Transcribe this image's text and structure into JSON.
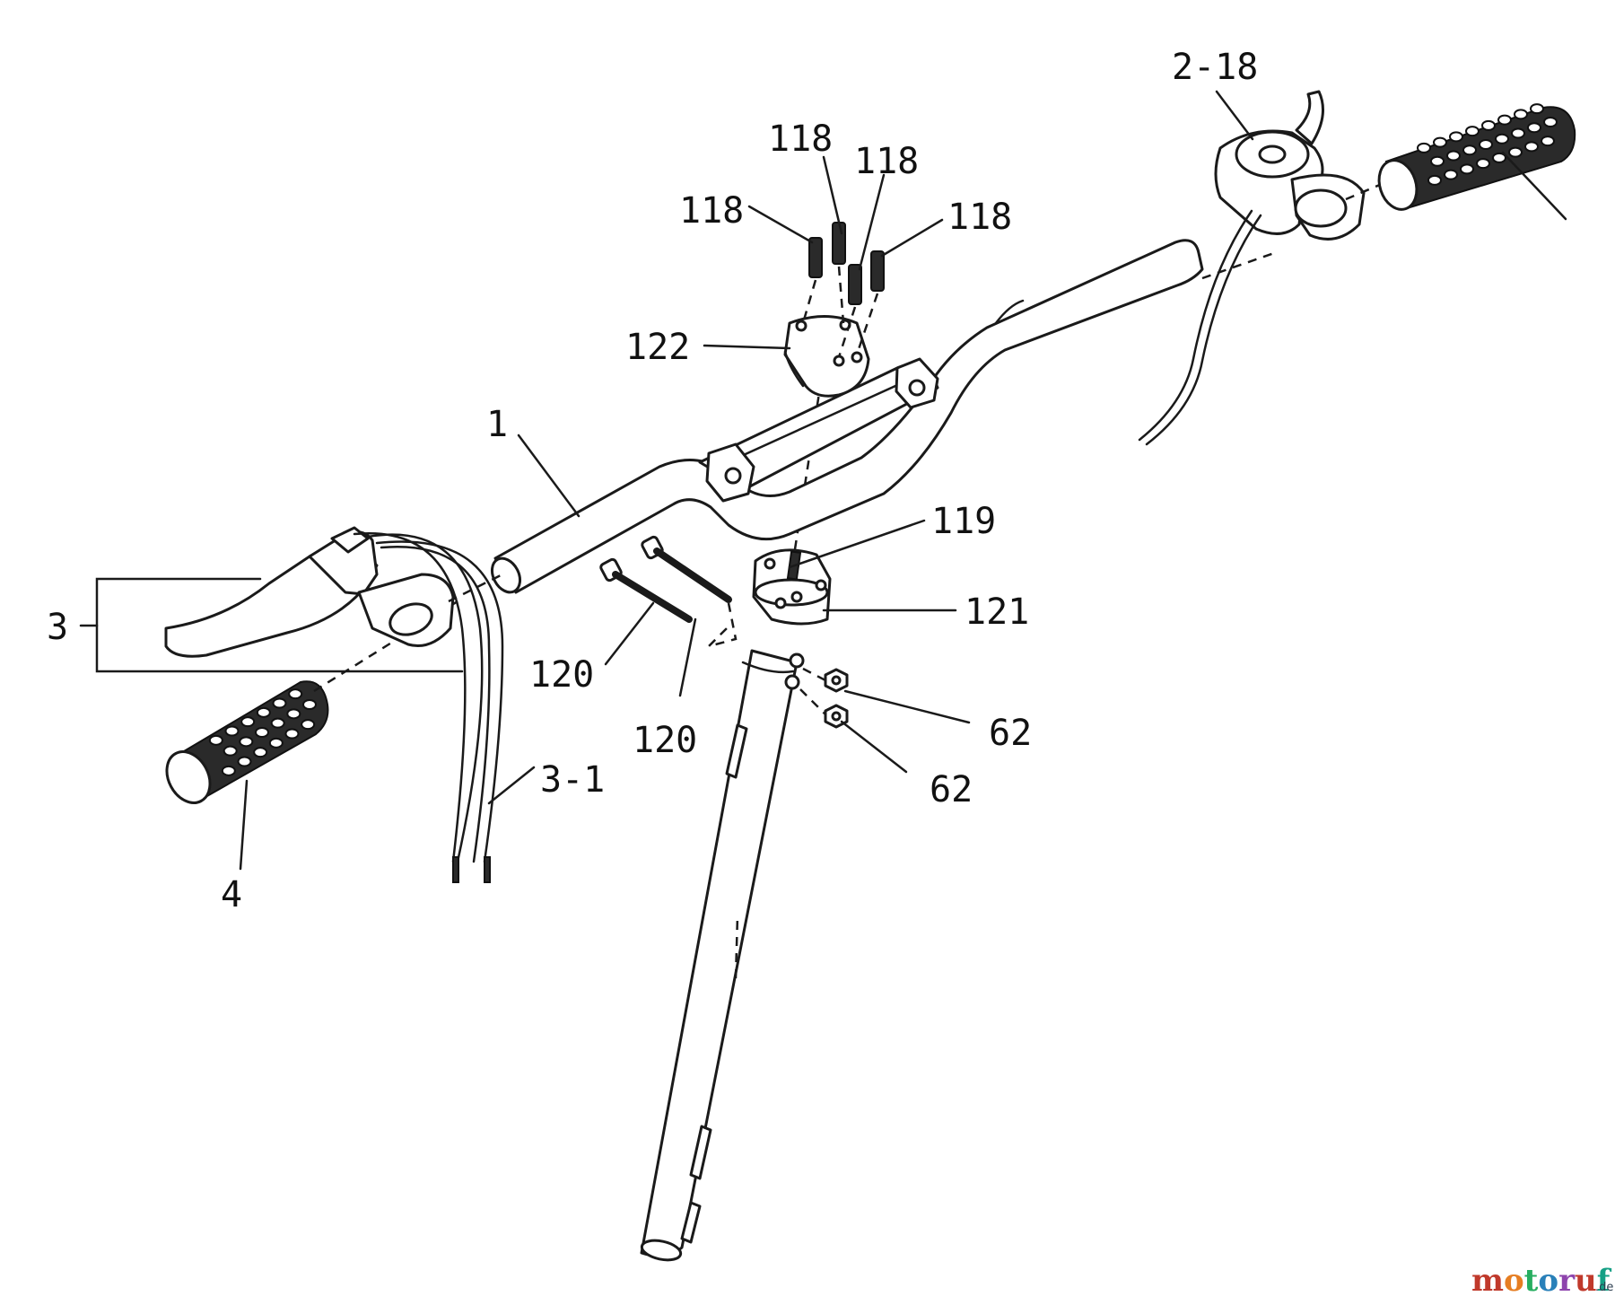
{
  "labels": {
    "p1": "1",
    "p2_18": "2-18",
    "p3": "3",
    "p3_1": "3-1",
    "p4": "4",
    "p62a": "62",
    "p62b": "62",
    "p118a": "118",
    "p118b": "118",
    "p118c": "118",
    "p118d": "118",
    "p119": "119",
    "p120a": "120",
    "p120b": "120",
    "p121": "121",
    "p122": "122"
  },
  "watermark": {
    "text": "motoruf",
    "suffix": ".de",
    "colors": [
      "#c0392b",
      "#e67e22",
      "#27ae60",
      "#2980b9",
      "#8e44ad",
      "#c0392b",
      "#16a085"
    ]
  }
}
